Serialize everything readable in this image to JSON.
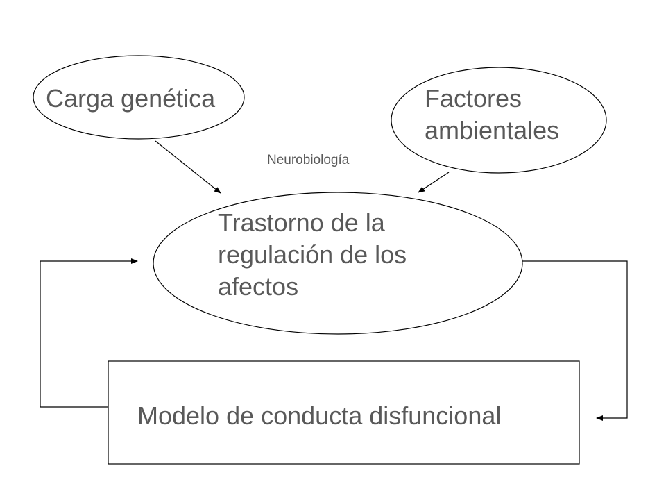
{
  "nodes": {
    "carga": {
      "label": "Carga genética"
    },
    "factores": {
      "line1": "Factores",
      "line2": "ambientales"
    },
    "trastorno": {
      "line1": "Trastorno de la",
      "line2": "regulación de los",
      "line3": "afectos"
    },
    "modelo": {
      "label": "Modelo de conducta disfuncional"
    }
  },
  "annotation": {
    "label": "Neurobiología"
  },
  "colors": {
    "stroke": "#000000",
    "text": "#595959",
    "background": "#ffffff"
  }
}
